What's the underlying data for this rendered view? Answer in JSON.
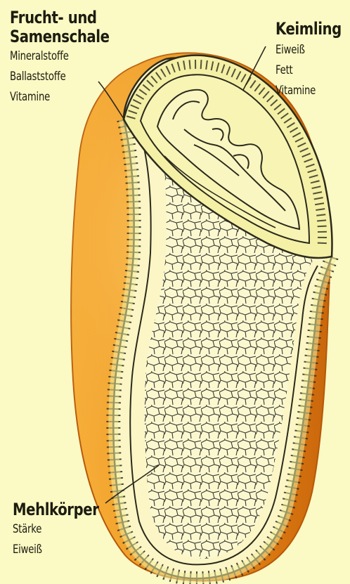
{
  "labels": {
    "shell": {
      "title_line1": "Frucht- und",
      "title_line2": "Samenschale",
      "items": [
        "Mineralstoffe",
        "Ballaststoffe",
        "Vitamine"
      ]
    },
    "germ": {
      "title": "Keimling",
      "items": [
        "Eiweiß",
        "Fett",
        "Vitamine"
      ]
    },
    "endosperm": {
      "title": "Mehlkörper",
      "items": [
        "Stärke",
        "Eiweiß"
      ]
    }
  },
  "colors": {
    "background": "#fbf9c4",
    "hull_orange": "#e8891a",
    "hull_highlight": "#fbc04a",
    "cut_face": "#fdfbd6",
    "aleurone": "#f2ee9e",
    "germ": "#f6f2a8",
    "outline": "#2b2a1c"
  }
}
